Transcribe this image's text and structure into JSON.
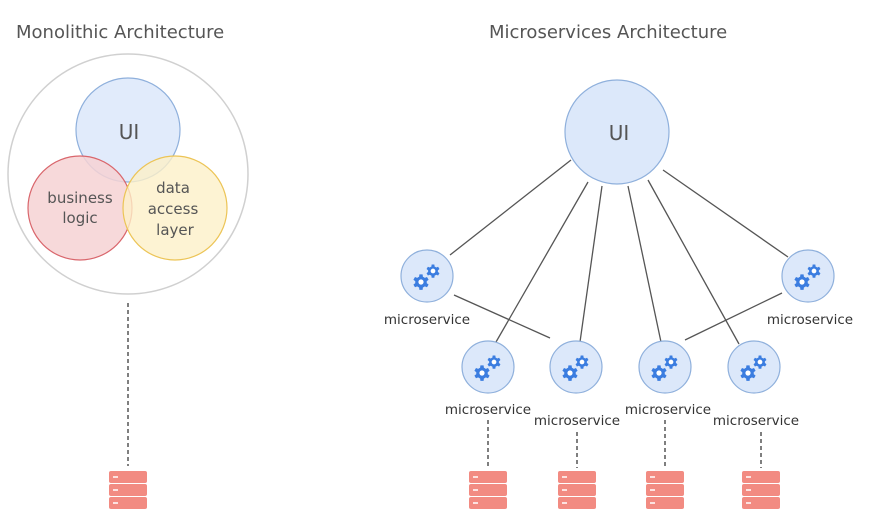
{
  "monolith": {
    "title": "Monolithic Architecture",
    "ui_label": "UI",
    "business_logic_lines": [
      "business",
      "logic"
    ],
    "data_access_lines": [
      "data",
      "access",
      "layer"
    ]
  },
  "microservices": {
    "title": "Microservices Architecture",
    "ui_label": "UI",
    "service_label": "microservice",
    "service_count": 6,
    "database_count": 4
  },
  "colors": {
    "ui_fill": "#dce8fa",
    "ui_stroke": "#8fb0dc",
    "business_fill": "#f6d2d4",
    "business_stroke": "#d9666c",
    "data_fill": "#fdf0c8",
    "data_stroke": "#ecc456",
    "gear": "#3b7de0",
    "database": "#f28b82",
    "line": "#555555"
  },
  "icons": {
    "service_icon": "gears-icon",
    "storage_icon": "database-server-icon"
  }
}
